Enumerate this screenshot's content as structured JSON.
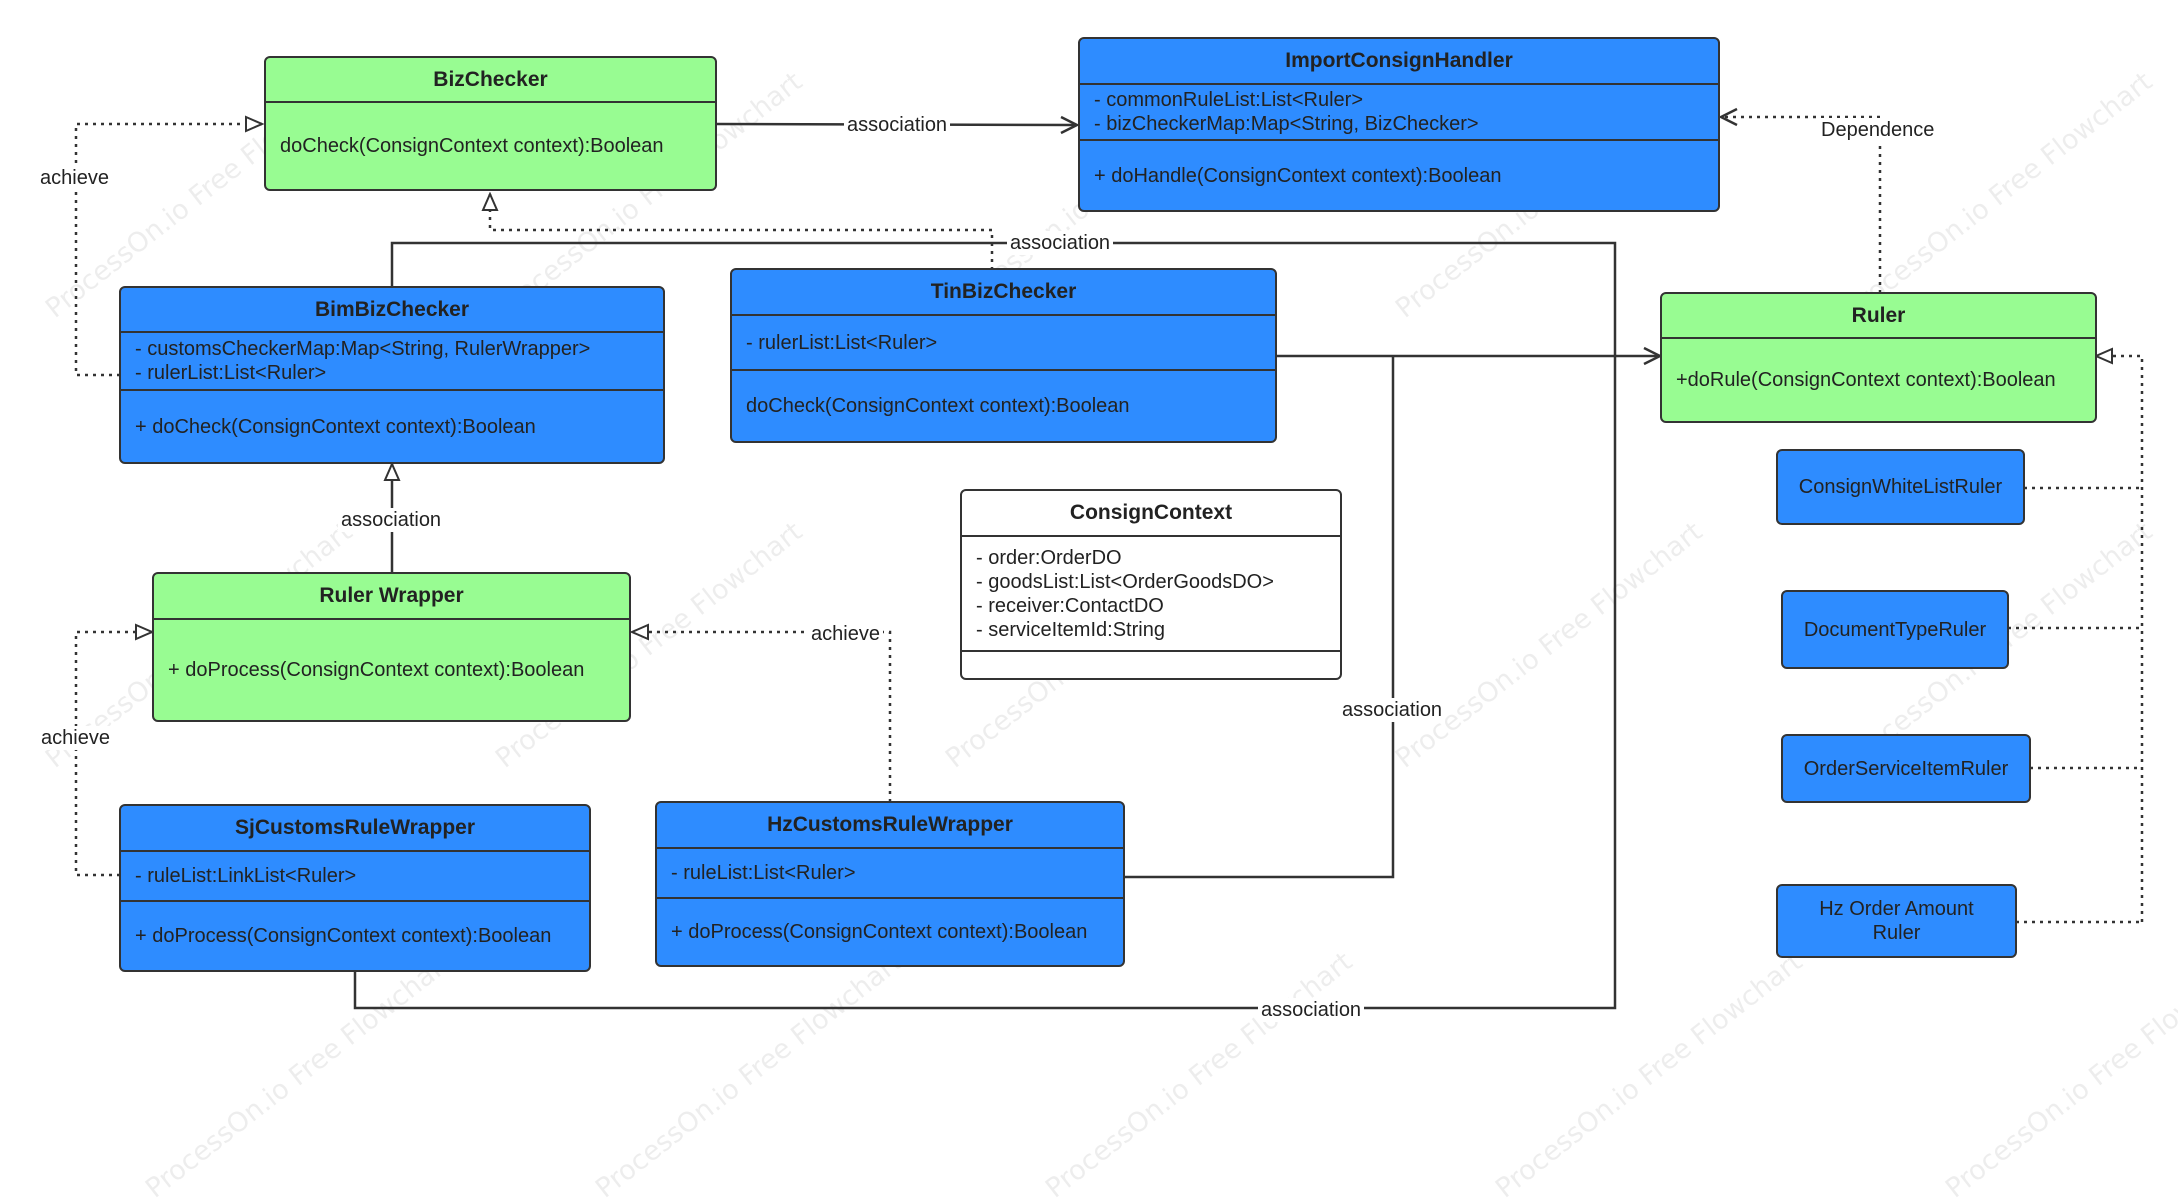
{
  "watermark": "ProcessOn.io Free Flowchart",
  "classes": {
    "biz_checker": {
      "name": "BizChecker",
      "methods": [
        "doCheck(ConsignContext context):Boolean"
      ]
    },
    "import_consign_handler": {
      "name": "ImportConsignHandler",
      "attributes": [
        "- commonRuleList:List<Ruler>",
        "- bizCheckerMap:Map<String, BizChecker>"
      ],
      "methods": [
        "+ doHandle(ConsignContext context):Boolean"
      ]
    },
    "bim_biz_checker": {
      "name": "BimBizChecker",
      "attributes": [
        "- customsCheckerMap:Map<String, RulerWrapper>",
        "- rulerList:List<Ruler>"
      ],
      "methods": [
        "+  doCheck(ConsignContext context):Boolean"
      ]
    },
    "tin_biz_checker": {
      "name": "TinBizChecker",
      "attributes": [
        "- rulerList:List<Ruler>"
      ],
      "methods": [
        "doCheck(ConsignContext context):Boolean"
      ]
    },
    "ruler": {
      "name": "Ruler",
      "methods": [
        "+doRule(ConsignContext context):Boolean"
      ]
    },
    "consign_context": {
      "name": "ConsignContext",
      "attributes": [
        "- order:OrderDO",
        "- goodsList:List<OrderGoodsDO>",
        "- receiver:ContactDO",
        "- serviceItemId:String"
      ]
    },
    "ruler_wrapper": {
      "name": "Ruler Wrapper",
      "methods": [
        "+ doProcess(ConsignContext context):Boolean"
      ]
    },
    "sj_customs_rule_wrapper": {
      "name": "SjCustomsRuleWrapper",
      "attributes": [
        "- ruleList:LinkList<Ruler>"
      ],
      "methods": [
        "+ doProcess(ConsignContext context):Boolean"
      ]
    },
    "hz_customs_rule_wrapper": {
      "name": "HzCustomsRuleWrapper",
      "attributes": [
        "- ruleList:List<Ruler>"
      ],
      "methods": [
        "+ doProcess(ConsignContext context):Boolean"
      ]
    },
    "consign_white_list_ruler": {
      "name": "ConsignWhiteListRuler"
    },
    "document_type_ruler": {
      "name": "DocumentTypeRuler"
    },
    "order_service_item_ruler": {
      "name": "OrderServiceItemRuler"
    },
    "hz_order_amount_ruler": {
      "name": "Hz Order Amount\nRuler"
    }
  },
  "edge_labels": {
    "biz_to_handler": "association",
    "bim_achieve": "achieve",
    "tin_association": "association",
    "dependence": "Dependence",
    "wrapper_association": "association",
    "sj_achieve": "achieve",
    "hz_achieve": "achieve",
    "hz_association": "association",
    "bottom_association": "association"
  },
  "colors": {
    "class_blue": "#2e8cff",
    "class_green": "#98fc92",
    "line": "#333333"
  }
}
